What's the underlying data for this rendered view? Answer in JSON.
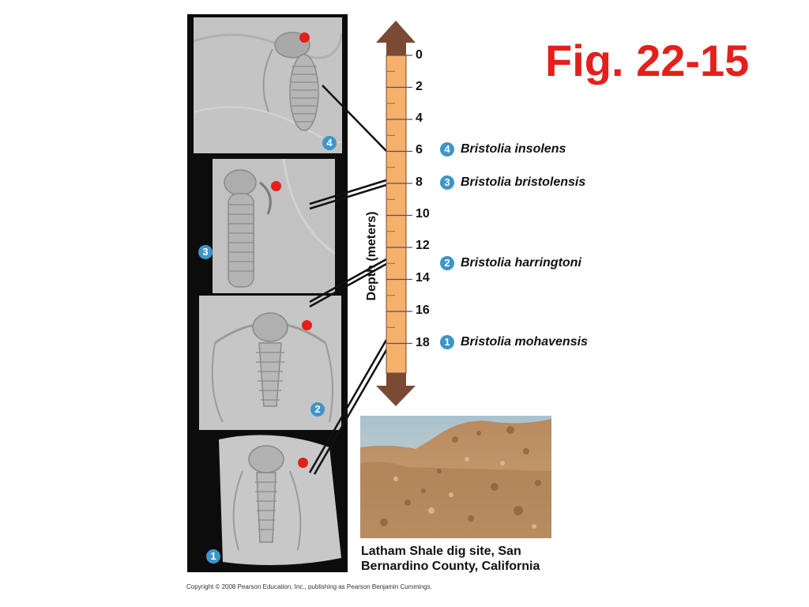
{
  "figure": {
    "title": "Fig. 22-15"
  },
  "depth_scale": {
    "axis_label": "Depth (meters)",
    "ticks": [
      "0",
      "2",
      "4",
      "6",
      "8",
      "10",
      "12",
      "14",
      "16",
      "18"
    ]
  },
  "species": [
    {
      "number": "4",
      "name": "Bristolia insolens"
    },
    {
      "number": "3",
      "name": "Bristolia bristolensis"
    },
    {
      "number": "2",
      "name": "Bristolia harringtoni"
    },
    {
      "number": "1",
      "name": "Bristolia mohavensis"
    }
  ],
  "fossil_panels": [
    {
      "number": "4"
    },
    {
      "number": "3"
    },
    {
      "number": "2"
    },
    {
      "number": "1"
    }
  ],
  "site": {
    "caption_line1": "Latham Shale dig site, San",
    "caption_line2": "Bernardino County, California"
  },
  "copyright": "Copyright © 2008 Pearson Education, Inc., publishing as Pearson Benjamin Cummings.",
  "colors": {
    "title_red": "#e3201b",
    "badge_blue": "#3d95c9",
    "scale_orange": "#f5b06c",
    "arrow_brown": "#7b4a35"
  }
}
